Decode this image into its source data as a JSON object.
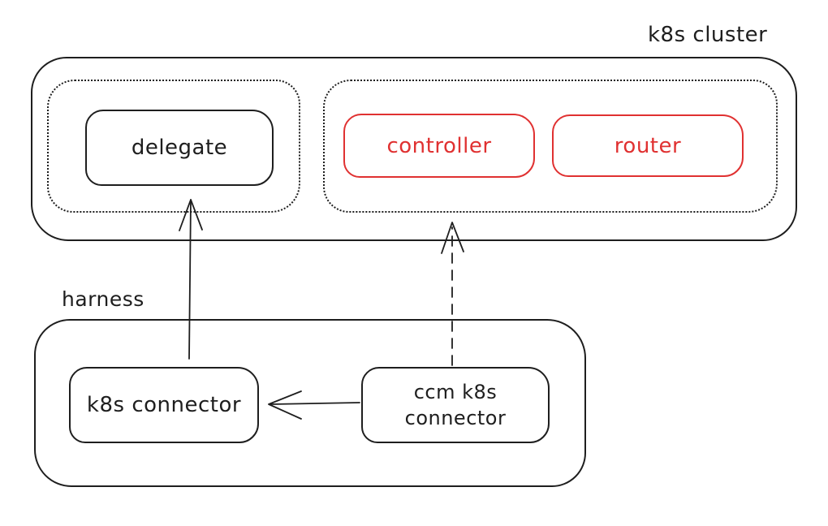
{
  "canvas": {
    "background": "#ffffff"
  },
  "colors": {
    "stroke": "#1e1e1e",
    "accent_red": "#e03131",
    "background": "#ffffff"
  },
  "containers": {
    "k8s_cluster": {
      "label": "k8s cluster"
    },
    "harness": {
      "label": "harness"
    },
    "delegate_group": {
      "style": "dotted"
    },
    "ccm_group": {
      "style": "dotted"
    }
  },
  "nodes": {
    "delegate": {
      "label": "delegate",
      "stroke": "#1e1e1e"
    },
    "controller": {
      "label": "controller",
      "stroke": "#e03131"
    },
    "router": {
      "label": "router",
      "stroke": "#e03131"
    },
    "k8s_connector": {
      "label": "k8s connector",
      "stroke": "#1e1e1e"
    },
    "ccm_k8s_connector": {
      "label": "ccm k8s connector",
      "line1": "ccm k8s",
      "line2": "connector",
      "stroke": "#1e1e1e"
    }
  },
  "edges": [
    {
      "from": "k8s_connector",
      "to": "delegate",
      "style": "solid",
      "direction": "up"
    },
    {
      "from": "ccm_k8s_connector",
      "to": "ccm_group",
      "style": "dashed",
      "direction": "up"
    },
    {
      "from": "ccm_k8s_connector",
      "to": "k8s_connector",
      "style": "solid",
      "direction": "left"
    }
  ]
}
